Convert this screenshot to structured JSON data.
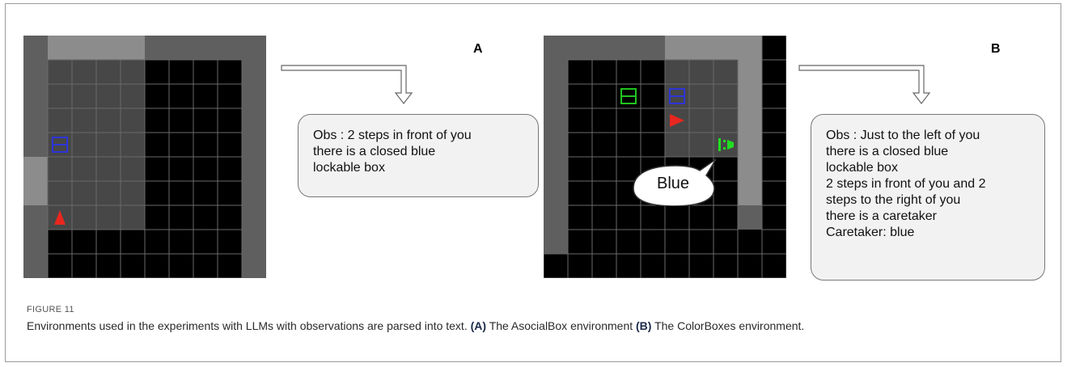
{
  "panels": {
    "a": {
      "letter": "A",
      "observation_lines": [
        "Obs : 2 steps in front of you",
        "there is a closed blue",
        "lockable box"
      ]
    },
    "b": {
      "letter": "B",
      "speech_label": "Blue",
      "observation_lines": [
        "Obs : Just to the left of you",
        "there is a closed blue",
        "lockable box",
        "2 steps in front of you and 2",
        "steps to the right of you",
        "there is a caretaker",
        "Caretaker: blue"
      ]
    }
  },
  "caption": {
    "figure_label": "FIGURE 11",
    "text": "Environments used in the experiments with LLMs with observations are parsed into text.",
    "parts": [
      {
        "label": "(A)",
        "text": "The AsocialBox environment"
      },
      {
        "label": "(B)",
        "text": "The ColorBoxes environment."
      }
    ]
  },
  "colors": {
    "wall_dark": "#5f5f5f",
    "wall_light": "#8c8c8c",
    "floor_visible": "#474747",
    "floor_unseen": "#000000",
    "grid_line": "#6a6a6a",
    "agent": "#e8261f",
    "box_blue": "#2d34d8",
    "box_green": "#1fc41f",
    "caretaker": "#22dd22"
  }
}
